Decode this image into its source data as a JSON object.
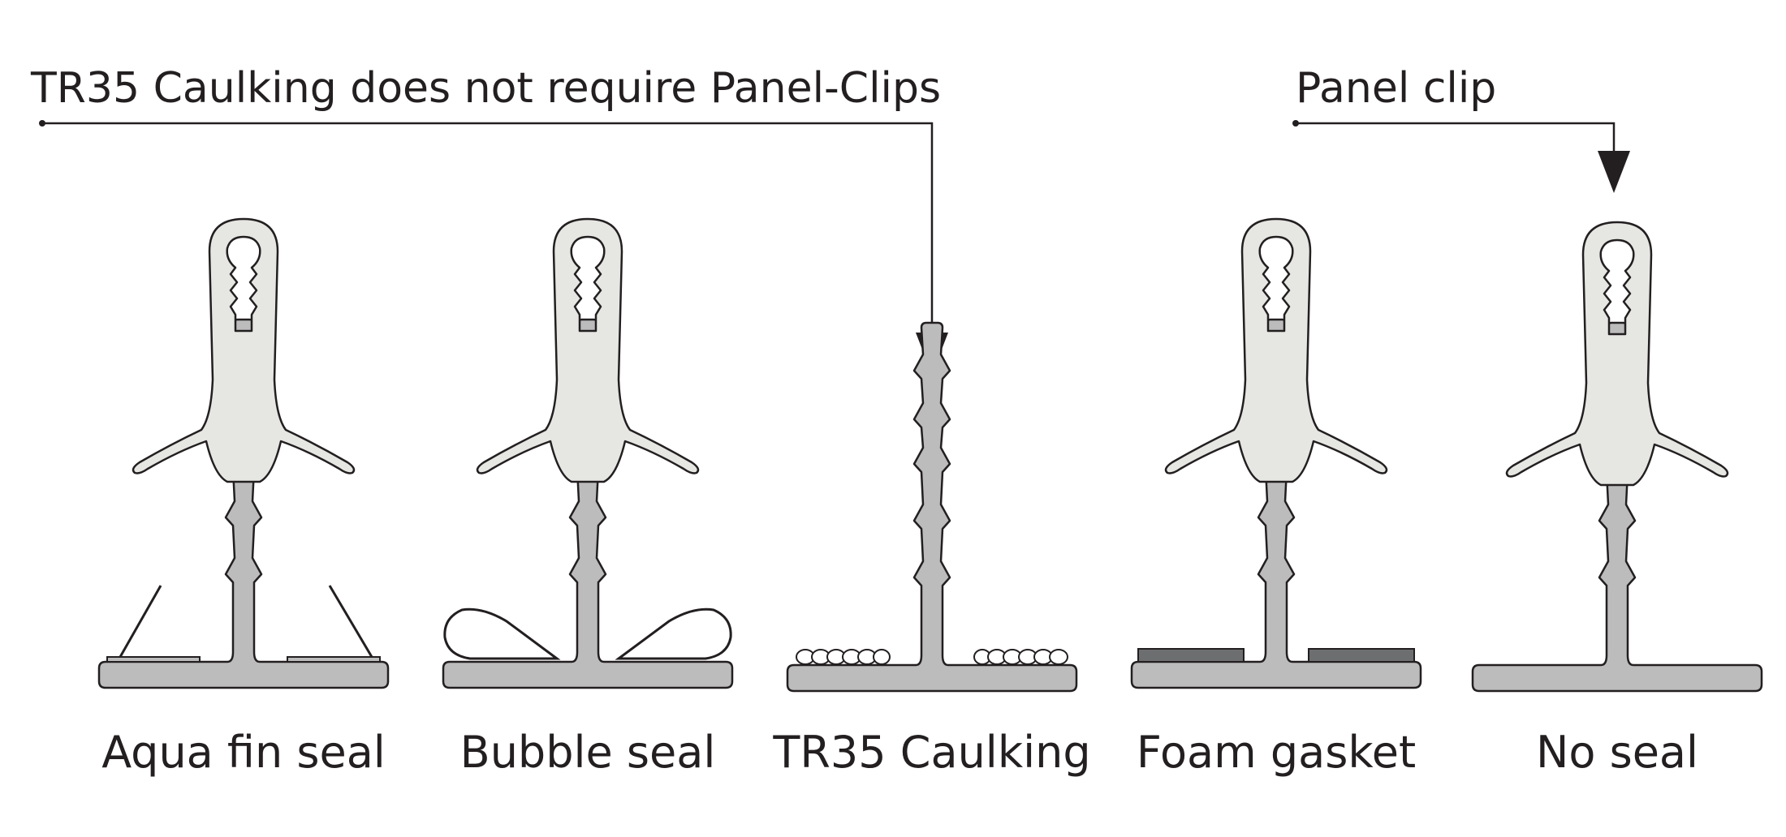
{
  "callouts": {
    "caulking_note": "TR35 Caulking does not require Panel-Clips",
    "panel_clip": "Panel clip"
  },
  "items": [
    {
      "label": "Aqua fin seal",
      "seal": "aqua-fin",
      "has_clip": true
    },
    {
      "label": "Bubble seal",
      "seal": "bubble",
      "has_clip": true
    },
    {
      "label": "TR35 Caulking",
      "seal": "caulking",
      "has_clip": false
    },
    {
      "label": "Foam gasket",
      "seal": "foam",
      "has_clip": true
    },
    {
      "label": "No seal",
      "seal": "none",
      "has_clip": true
    }
  ],
  "colors": {
    "profile": "#bcbcbc",
    "clip": "#e6e6e3",
    "foam": "#6d6e70",
    "ink": "#231f20"
  }
}
